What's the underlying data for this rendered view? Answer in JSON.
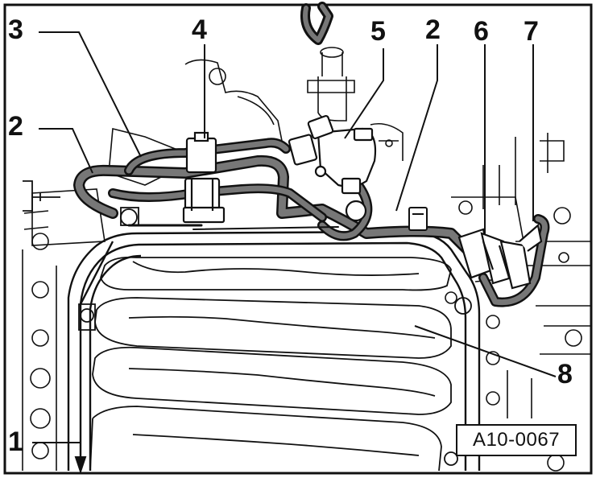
{
  "callouts": [
    {
      "id": "c1",
      "text": "1"
    },
    {
      "id": "c2a",
      "text": "2"
    },
    {
      "id": "c2b",
      "text": "2"
    },
    {
      "id": "c3",
      "text": "3"
    },
    {
      "id": "c4",
      "text": "4"
    },
    {
      "id": "c5",
      "text": "5"
    },
    {
      "id": "c6",
      "text": "6"
    },
    {
      "id": "c7",
      "text": "7"
    },
    {
      "id": "c8",
      "text": "8"
    }
  ],
  "reference_code": "A10-0067",
  "colors": {
    "ink": "#111111",
    "background": "#ffffff",
    "hose": "#777777"
  }
}
